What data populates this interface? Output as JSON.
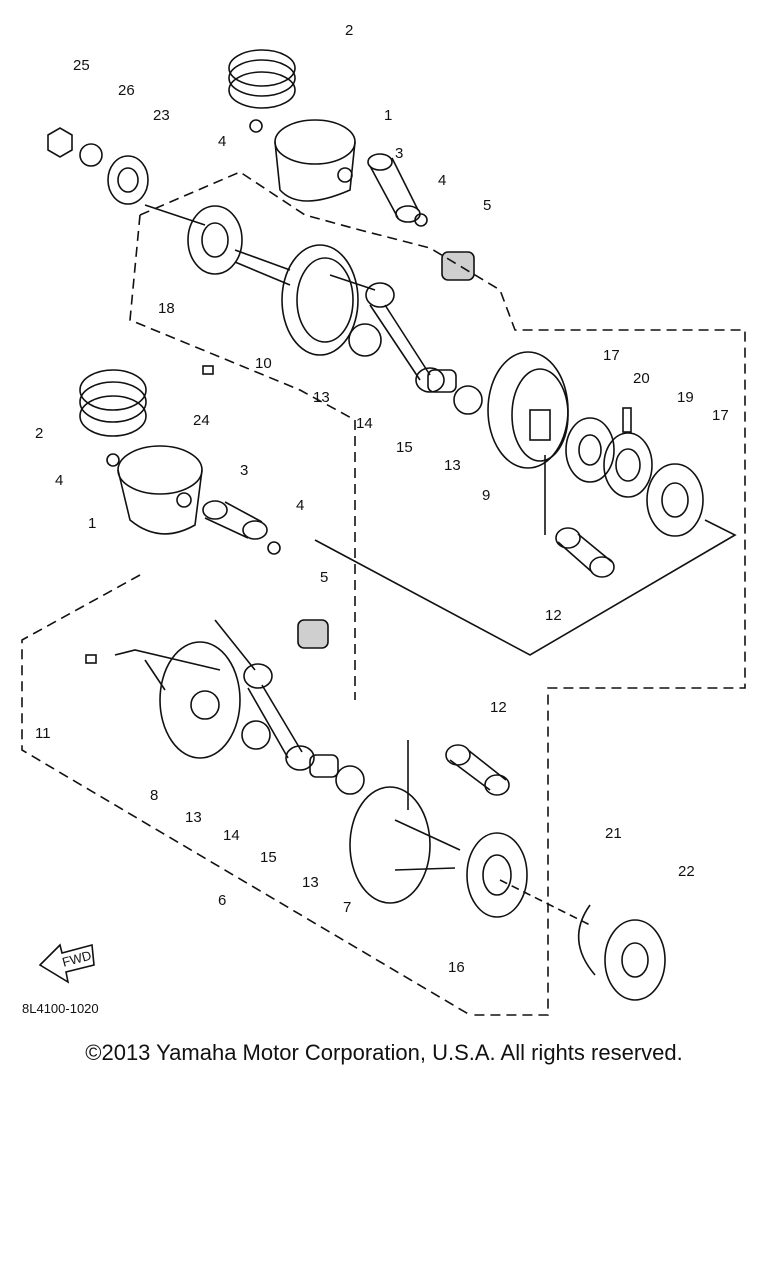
{
  "diagram": {
    "part_code": "8L4100-1020",
    "fwd_label": "FWD",
    "callouts": [
      "25",
      "26",
      "23",
      "2",
      "1",
      "4",
      "3",
      "4",
      "5",
      "18",
      "10",
      "24",
      "13",
      "14",
      "15",
      "13",
      "9",
      "17",
      "20",
      "19",
      "17",
      "12",
      "2",
      "4",
      "1",
      "3",
      "4",
      "5",
      "11",
      "8",
      "13",
      "14",
      "15",
      "13",
      "7",
      "12",
      "16",
      "21",
      "22",
      "6"
    ]
  },
  "footer": {
    "copyright": "©2013 Yamaha Motor Corporation, U.S.A. All rights reserved."
  }
}
